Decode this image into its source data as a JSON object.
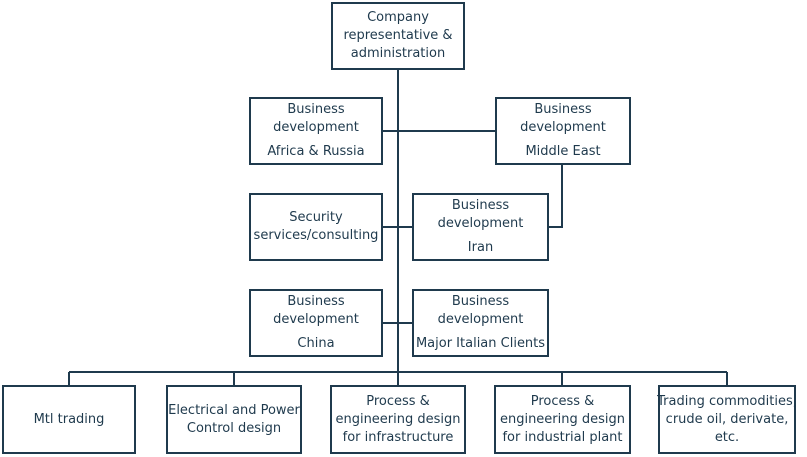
{
  "diagram": {
    "root": [
      "Company",
      "representative &",
      "administration"
    ],
    "bd_africa_russia": {
      "title": [
        "Business",
        "development"
      ],
      "region": "Africa & Russia"
    },
    "bd_middle_east": {
      "title": [
        "Business",
        "development"
      ],
      "region": "Middle East"
    },
    "security": [
      "Security",
      "services/consulting"
    ],
    "bd_iran": {
      "title": [
        "Business",
        "development"
      ],
      "region": "Iran"
    },
    "bd_china": {
      "title": [
        "Business",
        "development"
      ],
      "region": "China"
    },
    "bd_italian": {
      "title": [
        "Business",
        "development"
      ],
      "region": "Major Italian Clients"
    },
    "bottom": [
      [
        "Mtl trading"
      ],
      [
        "Electrical and Power",
        "Control design"
      ],
      [
        "Process &",
        "engineering design",
        "for infrastructure"
      ],
      [
        "Process &",
        "engineering design",
        "for industrial plant"
      ],
      [
        "Trading commodities,",
        "crude oil, derivate,",
        "etc."
      ]
    ]
  },
  "colors": {
    "line": "#1f3a4d",
    "box_border": "#1f3a4d",
    "background": "#ffffff"
  }
}
